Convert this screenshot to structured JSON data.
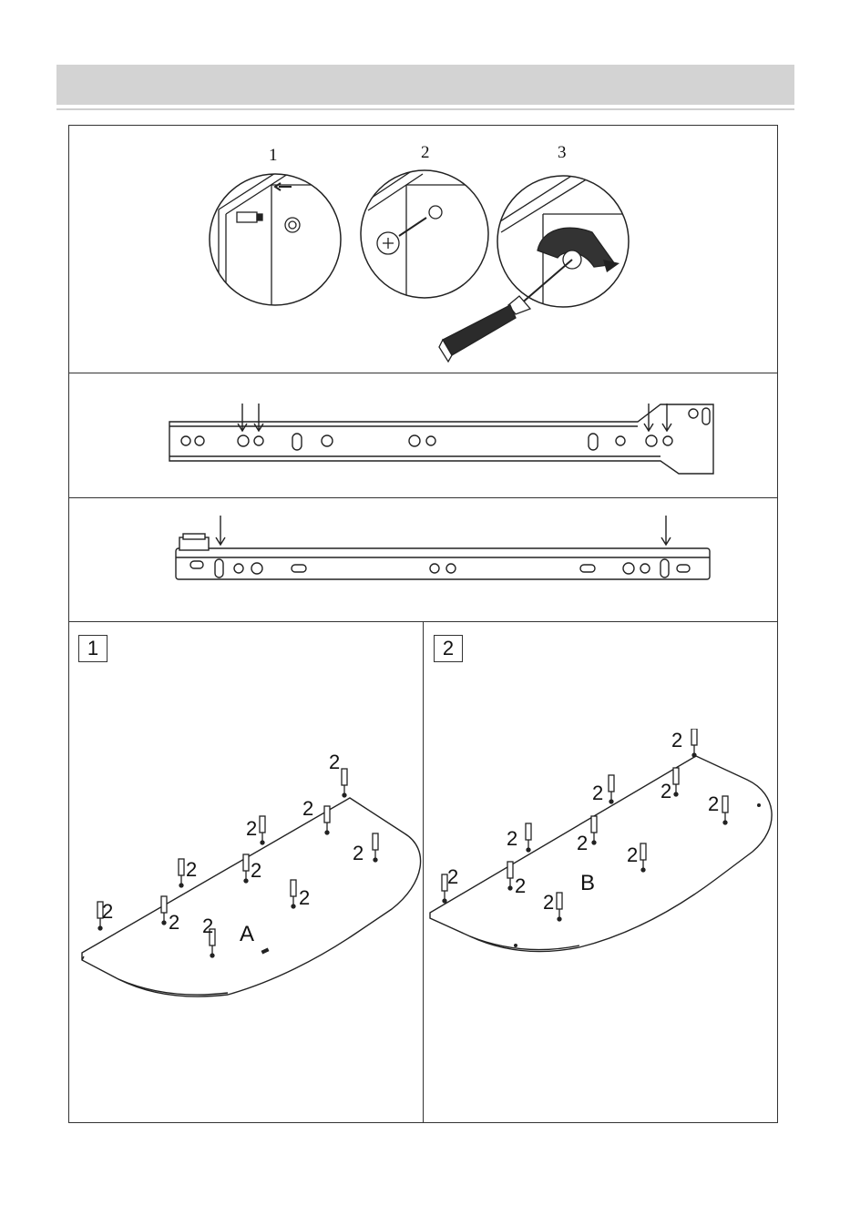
{
  "step_numbers": [
    "1",
    "2",
    "3"
  ],
  "section_labels": [
    "1",
    "2"
  ],
  "boards": {
    "left": {
      "letter": "A",
      "dowel_count_label": "2"
    },
    "right": {
      "letter": "B",
      "dowel_count_label": "2"
    }
  }
}
